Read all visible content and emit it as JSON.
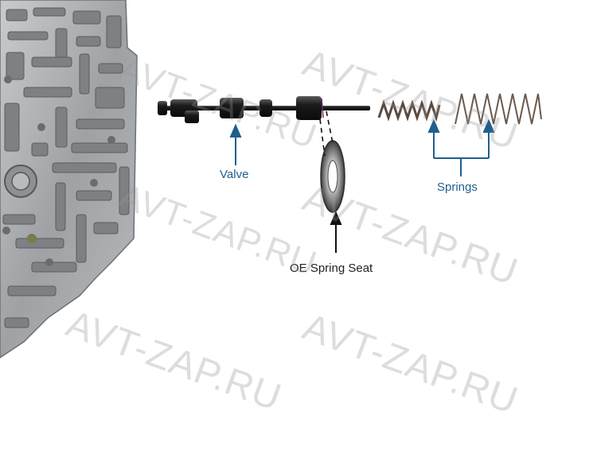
{
  "labels": {
    "valve": "Valve",
    "springs": "Springs",
    "spring_seat": "OE Spring Seat"
  },
  "watermark": {
    "text": "AVT-ZAP.RU"
  },
  "colors": {
    "callout": "#1f5f8b",
    "callout_text": "#1f5f8b",
    "seat_label": "#222222",
    "valve_body": "#8a8d90",
    "valve": "#1a1a1a",
    "spring": "#6b5a4e",
    "watermark": "#9a9a9a"
  }
}
